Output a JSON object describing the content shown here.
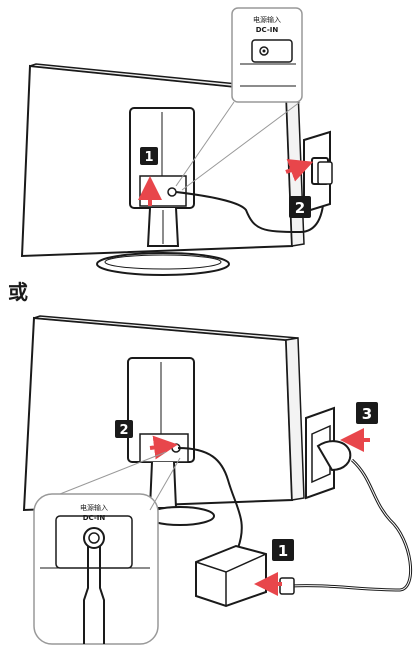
{
  "top_diagram": {
    "callout_line1": "电源输入",
    "callout_line2": "DC-IN",
    "step_badges": [
      "1",
      "2"
    ]
  },
  "separator_text": "或",
  "bottom_diagram": {
    "callout_line1": "电源输入",
    "callout_line2": "DC-IN",
    "step_badges": [
      "1",
      "2",
      "3"
    ]
  },
  "colors": {
    "arrow": "#e8464b",
    "badge_bg": "#1a1a1a",
    "badge_text": "#ffffff",
    "line": "#1a1a1a",
    "monitor_fill": "#ffffff"
  }
}
